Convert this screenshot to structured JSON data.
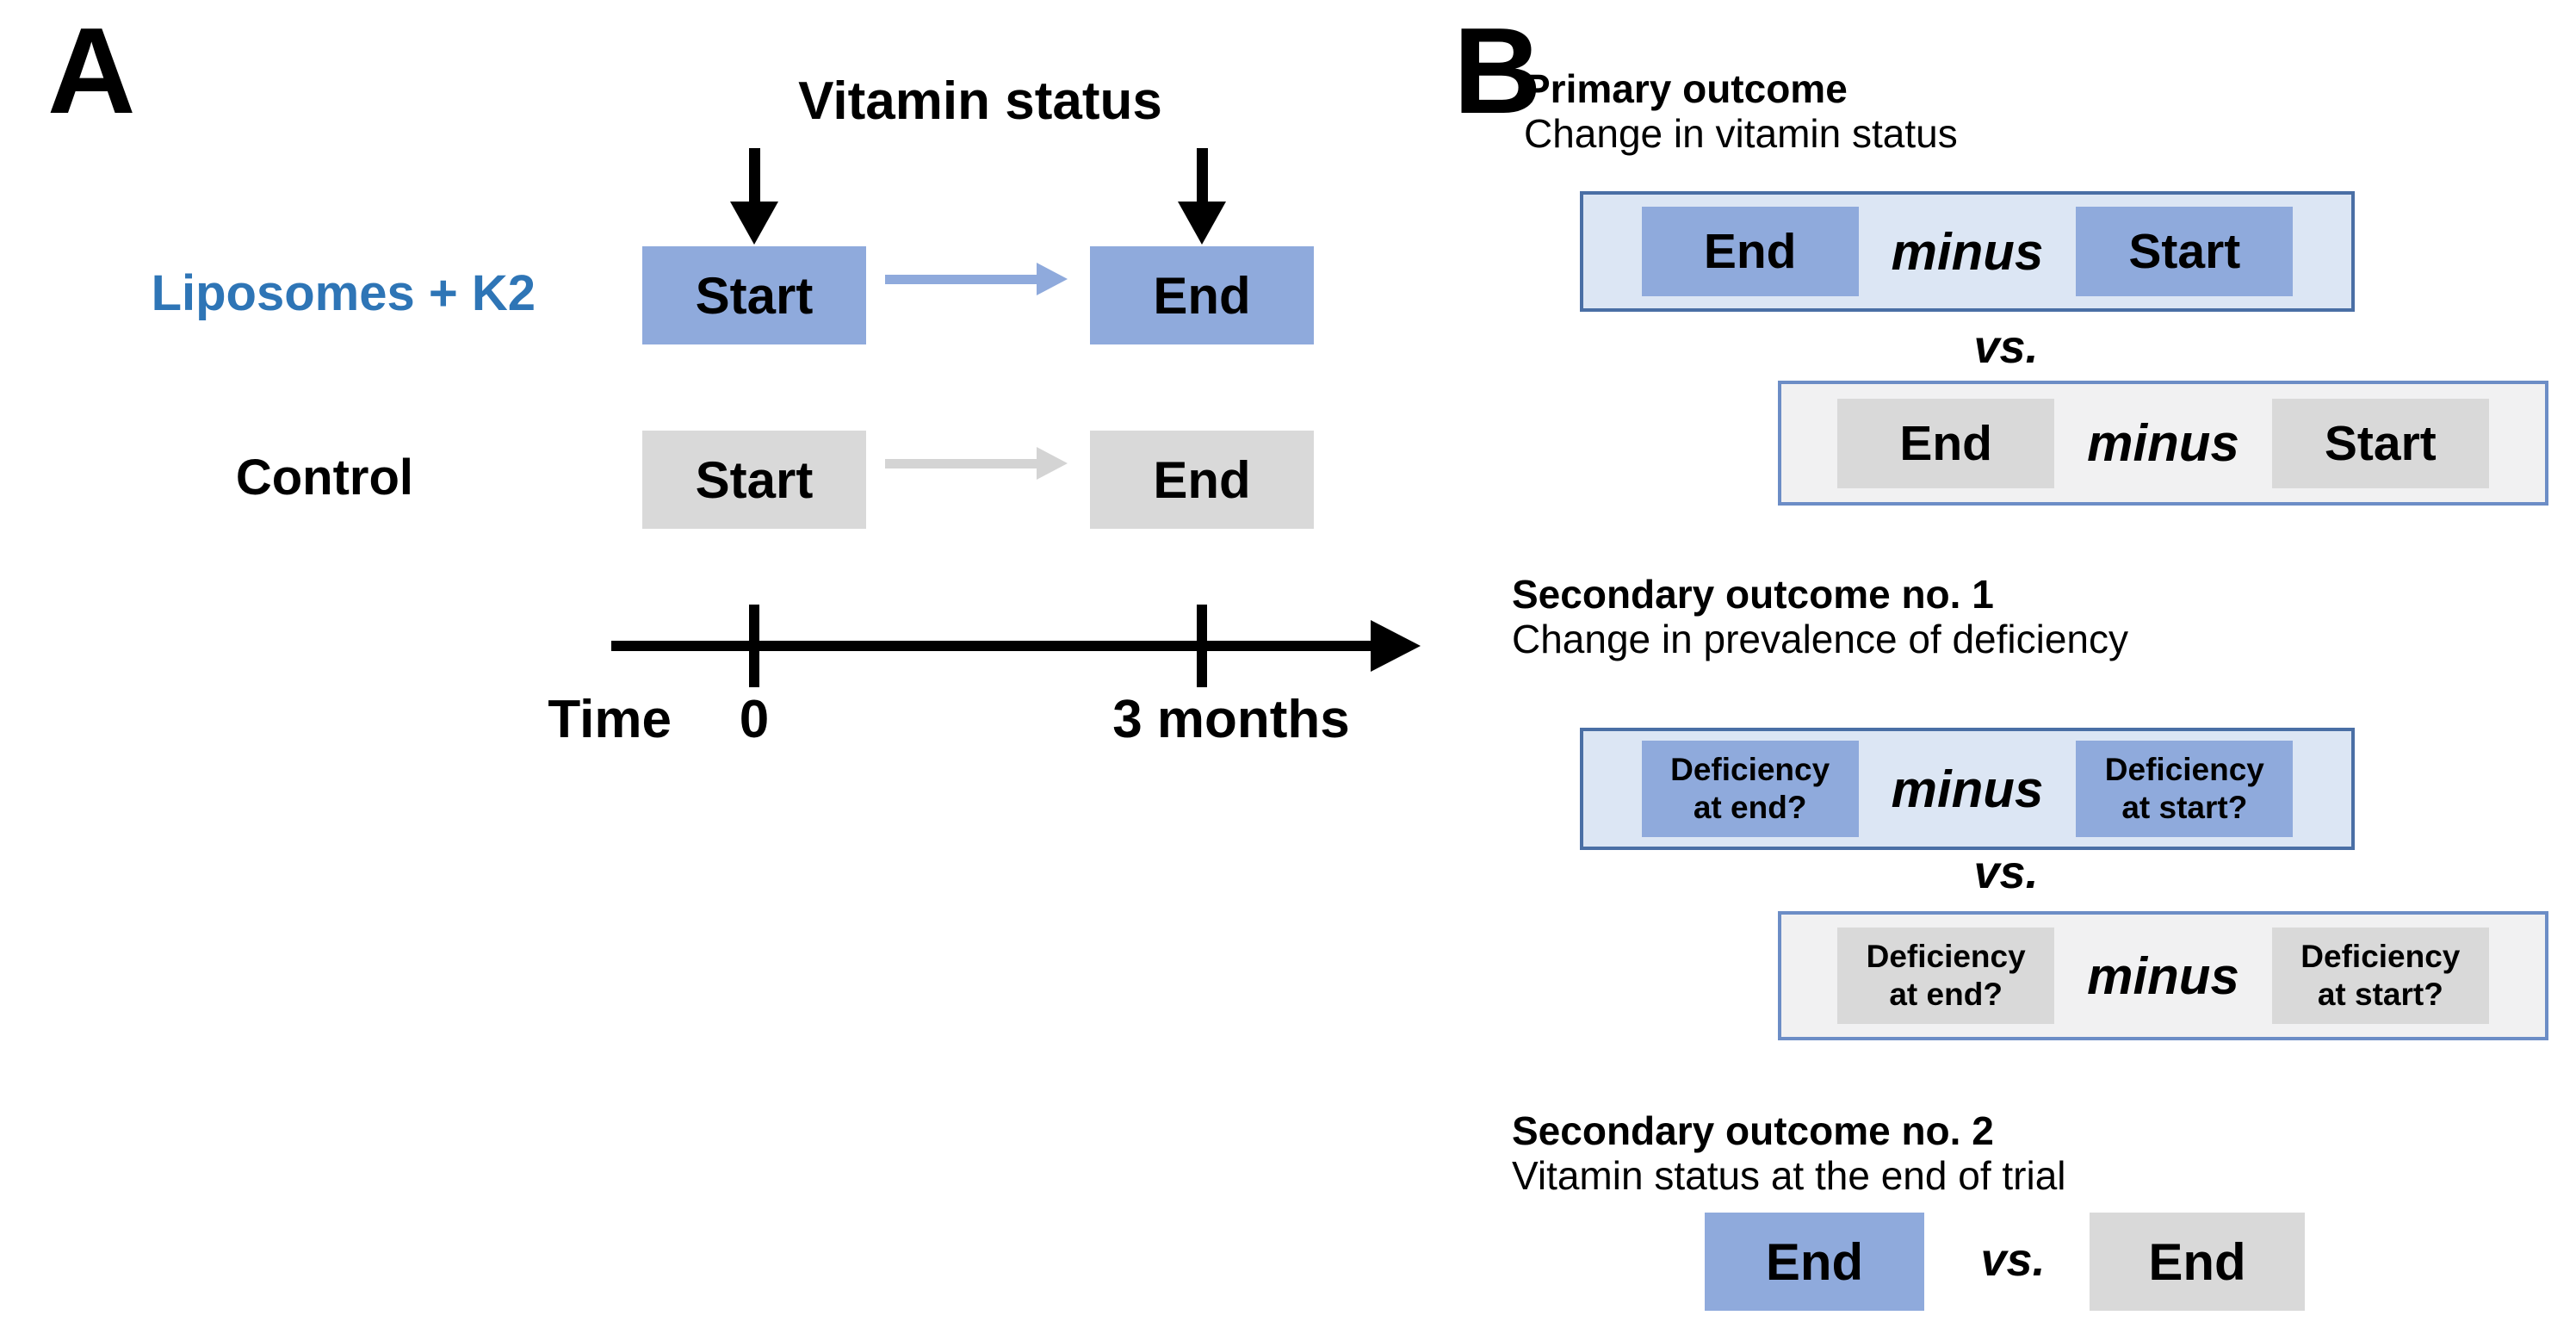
{
  "colors": {
    "treatment_fill": "#8FAADC",
    "treatment_container_fill": "#DCE6F4",
    "treatment_container_border": "#4A6FA5",
    "control_fill": "#D9D9D9",
    "control_container_fill": "#F1F1F2",
    "control_container_border": "#6C8DC6",
    "treatment_label_text": "#2E75B6",
    "text": "#000000"
  },
  "panel_a": {
    "label": "A",
    "measurement_annotation": "Vitamin status",
    "rows": [
      {
        "group_label": "Liposomes + K2",
        "start_box": "Start",
        "end_box": "End"
      },
      {
        "group_label": "Control",
        "start_box": "Start",
        "end_box": "End"
      }
    ],
    "timeline": {
      "axis_label": "Time",
      "tick_start": "0",
      "tick_end": "3 months"
    }
  },
  "panel_b": {
    "label": "B",
    "vs_label": "vs.",
    "minus_label": "minus",
    "outcomes": [
      {
        "title": "Primary outcome",
        "subtitle": "Change in vitamin status",
        "treatment": {
          "left": "End",
          "right": "Start"
        },
        "control": {
          "left": "End",
          "right": "Start"
        }
      },
      {
        "title": "Secondary outcome no. 1",
        "subtitle": "Change in prevalence of deficiency",
        "treatment": {
          "left_line1": "Deficiency",
          "left_line2": "at end?",
          "right_line1": "Deficiency",
          "right_line2": "at start?"
        },
        "control": {
          "left_line1": "Deficiency",
          "left_line2": "at end?",
          "right_line1": "Deficiency",
          "right_line2": "at start?"
        }
      },
      {
        "title": "Secondary outcome no. 2",
        "subtitle": "Vitamin status at the end of trial",
        "treatment_end": "End",
        "control_end": "End"
      }
    ]
  }
}
